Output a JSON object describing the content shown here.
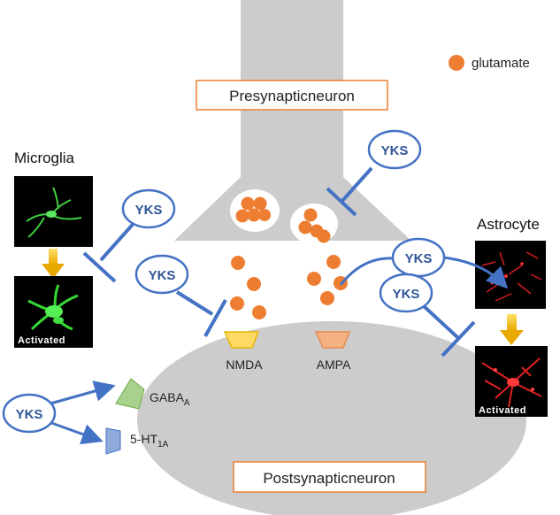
{
  "legend": {
    "label": "glutamate"
  },
  "presynaptic": {
    "label": "Presynapticneuron"
  },
  "postsynaptic": {
    "label": "Postsynapticneuron"
  },
  "microglia": {
    "title": "Microglia",
    "activated_label": "Activated"
  },
  "astrocyte": {
    "title": "Astrocyte",
    "activated_label": "Activated"
  },
  "receptors": {
    "nmda": "NMDA",
    "ampa": "AMPA",
    "gaba": {
      "main": "GABA",
      "sub": "A"
    },
    "ht": {
      "main": "5-HT",
      "sub": "1A"
    }
  },
  "drug": {
    "label": "YKS"
  },
  "colors": {
    "neuron_gray": "#cccccc",
    "glutamate": "#ed7d31",
    "yks_blue": "#4472c4",
    "box_border": "#ed7d31",
    "nmda": "#ffd966",
    "ampa": "#f4b183",
    "gaba": "#a9d18e",
    "ht": "#8faadc",
    "microglia": "#44dd44",
    "astrocyte": "#ee2222"
  }
}
